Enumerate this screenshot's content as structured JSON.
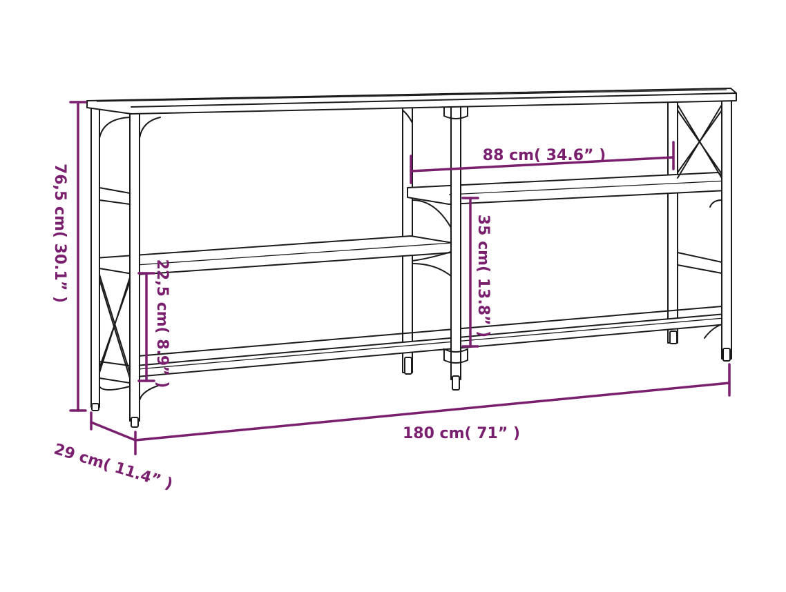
{
  "colors": {
    "dimension": "#7a1f6e",
    "outline": "#1a1a1a",
    "background": "#ffffff"
  },
  "dimensions": {
    "height": "76,5 cm( 30.1” )",
    "width": "180 cm( 71” )",
    "depth": "29 cm( 11.4” )",
    "upper_shelf_width": "88 cm( 34.6” )",
    "right_shelf_gap": "35 cm( 13.8” )",
    "left_shelf_gap": "22,5 cm( 8.9” )"
  }
}
